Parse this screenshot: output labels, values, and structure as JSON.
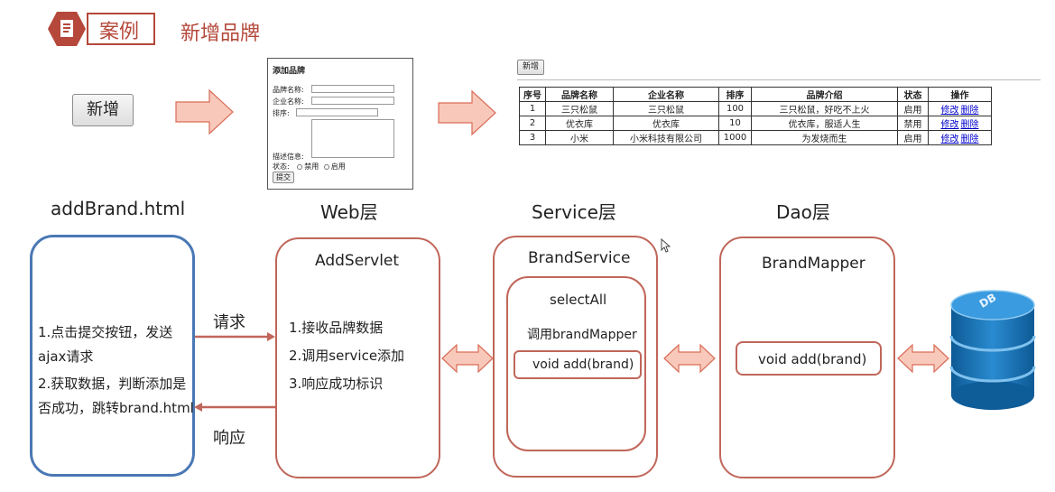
{
  "header": {
    "section_label": "案例",
    "title": "新增品牌"
  },
  "mockups": {
    "add_button_label": "新增",
    "form": {
      "title": "添加品牌",
      "brand_name_label": "品牌名称:",
      "company_name_label": "企业名称:",
      "order_label": "排序:",
      "description_label": "描述信息:",
      "status_label": "状态:",
      "status_disabled": "禁用",
      "status_enabled": "启用",
      "submit_label": "提交"
    },
    "table": {
      "add_button_label": "新增",
      "columns": [
        "序号",
        "品牌名称",
        "企业名称",
        "排序",
        "品牌介绍",
        "状态",
        "操作"
      ],
      "rows": [
        {
          "index": "1",
          "brand": "三只松鼠",
          "company": "三只松鼠",
          "order": "100",
          "intro": "三只松鼠，好吃不上火",
          "status": "启用"
        },
        {
          "index": "2",
          "brand": "优衣库",
          "company": "优衣库",
          "order": "10",
          "intro": "优衣库，服适人生",
          "status": "禁用"
        },
        {
          "index": "3",
          "brand": "小米",
          "company": "小米科技有限公司",
          "order": "1000",
          "intro": "为发烧而生",
          "status": "启用"
        }
      ],
      "edit_label": "修改",
      "delete_label": "删除"
    }
  },
  "layers": {
    "html": {
      "title": "addBrand.html",
      "lines": [
        "1.点击提交按钮，发送",
        "ajax请求",
        "2.获取数据，判断添加是",
        "否成功，跳转brand.html"
      ]
    },
    "web": {
      "title": "Web层",
      "box_title": "AddServlet",
      "lines": [
        "1.接收品牌数据",
        "2.调用service添加",
        "3.响应成功标识"
      ]
    },
    "service": {
      "title": "Service层",
      "box_title": "BrandService",
      "inner_title": "selectAll",
      "call_text": "调用brandMapper",
      "method": "void add(brand)"
    },
    "dao": {
      "title": "Dao层",
      "box_title": "BrandMapper",
      "method": "void add(brand)"
    },
    "db_label": "DB"
  },
  "arrows": {
    "request": "请求",
    "response": "响应"
  },
  "colors": {
    "accent": "#b5483a",
    "html_box": "#4a78b5",
    "layer_box": "#c0665a",
    "arrow_fill": "#f8c9bb",
    "arrow_stroke": "#d96c56",
    "db": "#1f7fc4"
  }
}
